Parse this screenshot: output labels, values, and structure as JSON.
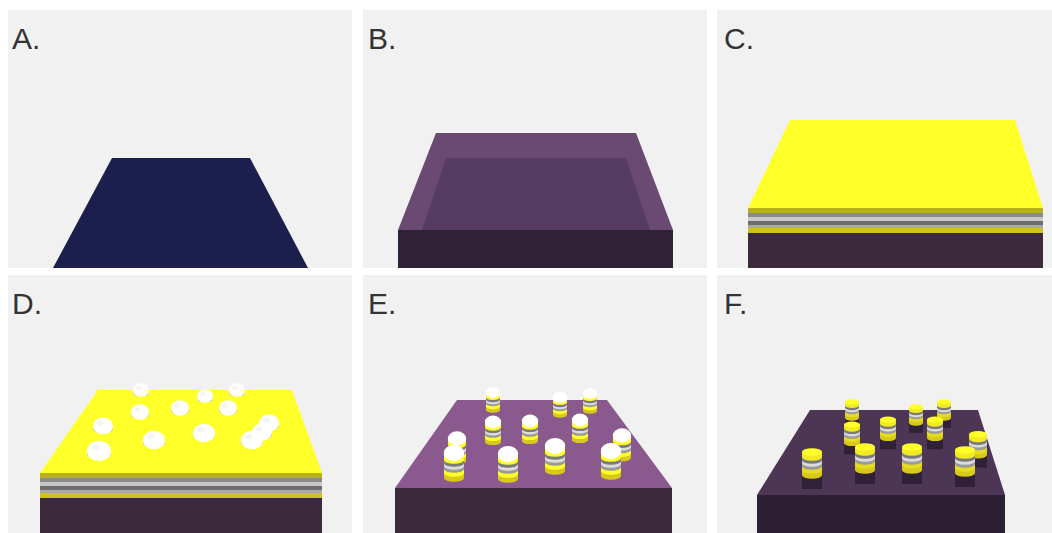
{
  "diagram": {
    "labels": [
      "A.",
      "B.",
      "C.",
      "D.",
      "E.",
      "F."
    ]
  }
}
